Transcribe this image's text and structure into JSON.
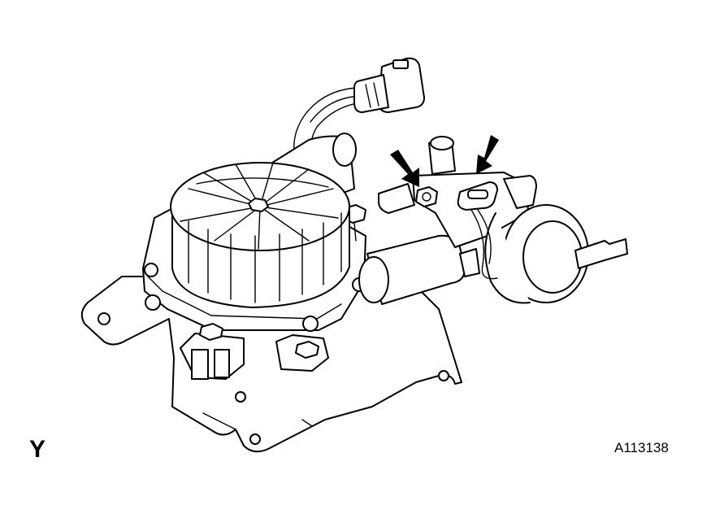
{
  "diagram": {
    "view_label": "Y",
    "figure_code": "A113138",
    "callout_arrows": 2
  }
}
